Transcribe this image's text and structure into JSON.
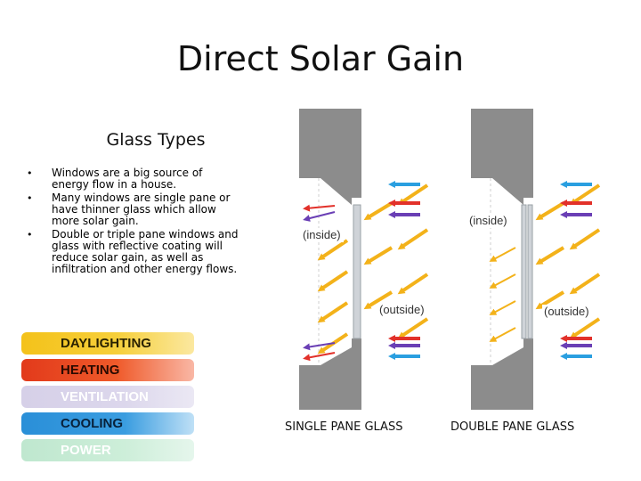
{
  "slide": {
    "title": "Direct Solar Gain",
    "subtitle": "Glass Types",
    "bullets": [
      "Windows are a big source of energy flow in a house.",
      "Many windows are single pane or have thinner glass which allow more solar gain.",
      "Double or triple pane windows and glass with reflective coating will reduce solar gain, as well as infiltration and other energy flows."
    ],
    "bullet_glyph": "•"
  },
  "legend": [
    {
      "label": "DAYLIGHTING",
      "color": "#f4c21a"
    },
    {
      "label": "HEATING",
      "color": "#e23a1b"
    },
    {
      "label": "VENTILATION",
      "color": "#d6d0e8"
    },
    {
      "label": "COOLING",
      "color": "#2a8fd8"
    },
    {
      "label": "POWER",
      "color": "#bfe7cf"
    }
  ],
  "diagrams": {
    "single": {
      "inside_label": "(inside)",
      "outside_label": "(outside)",
      "caption": "SINGLE PANE GLASS"
    },
    "double": {
      "inside_label": "(inside)",
      "outside_label": "(outside)",
      "caption": "DOUBLE PANE GLASS"
    }
  },
  "colors": {
    "wall": "#8c8c8c",
    "glass": "#cfd3d8",
    "sun_arrow": "#f3b21a",
    "heat_arrow": "#e2312a",
    "cool_arrow": "#2a9fe0",
    "vent_arrow": "#6a3fb5"
  }
}
